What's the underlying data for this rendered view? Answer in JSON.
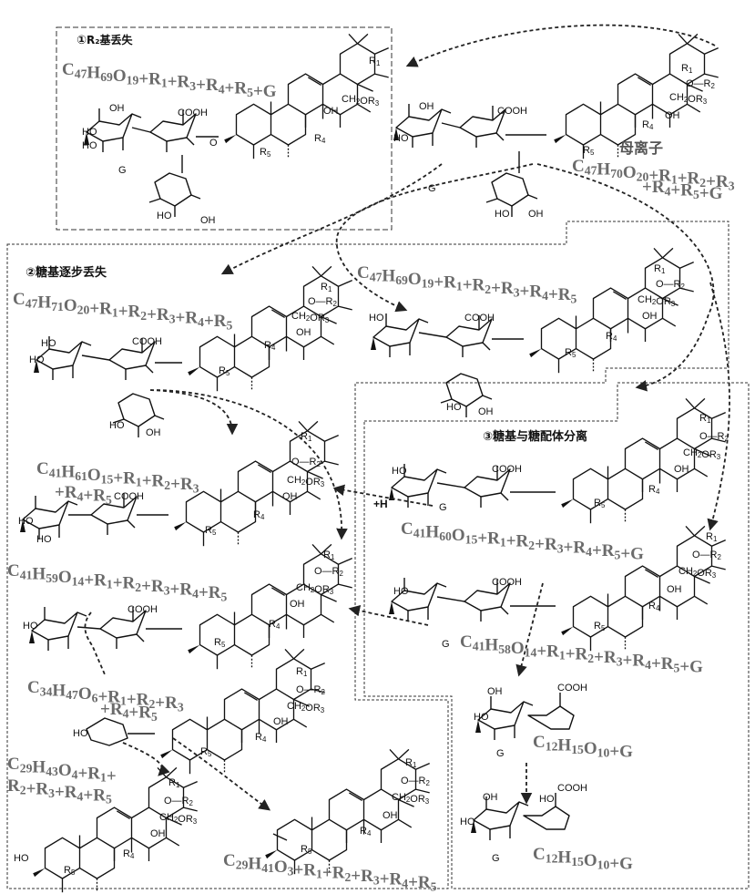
{
  "sections": {
    "s1": {
      "num": "①",
      "title": "R₂基丢失"
    },
    "s2": {
      "num": "②",
      "title": "糖基逐步丢失"
    },
    "s3": {
      "num": "③",
      "title": "糖基与糖配体分离"
    }
  },
  "parent_label": "母离子",
  "formulas": {
    "parent_l1": "C47H70O20+R1+R2+R3",
    "parent_l2": "+R4+R5+G",
    "f1": "C47H69O19+R1+R3+R4+R5+G",
    "f2": "C47H71O20+R1+R2+R3+R4+R5",
    "f3": "C47H69O19+R1+R2+R3+R4+R5",
    "f4_l1": "C41H61O15+R1+R2+R3",
    "f4_l2": "+R4+R5",
    "f5": "C41H60O15+R1+R2+R3+R4+R5+G",
    "f6": "C41H59O14+R1+R2+R3+R4+R5",
    "f7": "C41H58O14+R1+R2+R3+R4+R5+G",
    "f8_l1": "C34H47O6+R1+R2+R3",
    "f8_l2": "+R4+R5",
    "f9": "C12H15O10+G",
    "f10_l1": "C29H43O4+R1+",
    "f10_l2": "R2+R3+R4+R5",
    "f11": "C12H15O10+G",
    "f12": "C29H41O3+R1+R2+R3+R4+R5"
  },
  "hplus": "+H",
  "atoms": {
    "R1": "R1",
    "R2": "R2",
    "R3": "R3",
    "R4": "R4",
    "R5": "R5",
    "OR2": "O—R2",
    "CH2OR3": "CH2OR3",
    "OH": "OH",
    "HO": "HO",
    "COOH": "COOH",
    "G": "G",
    "O": "O",
    "H": "H"
  }
}
